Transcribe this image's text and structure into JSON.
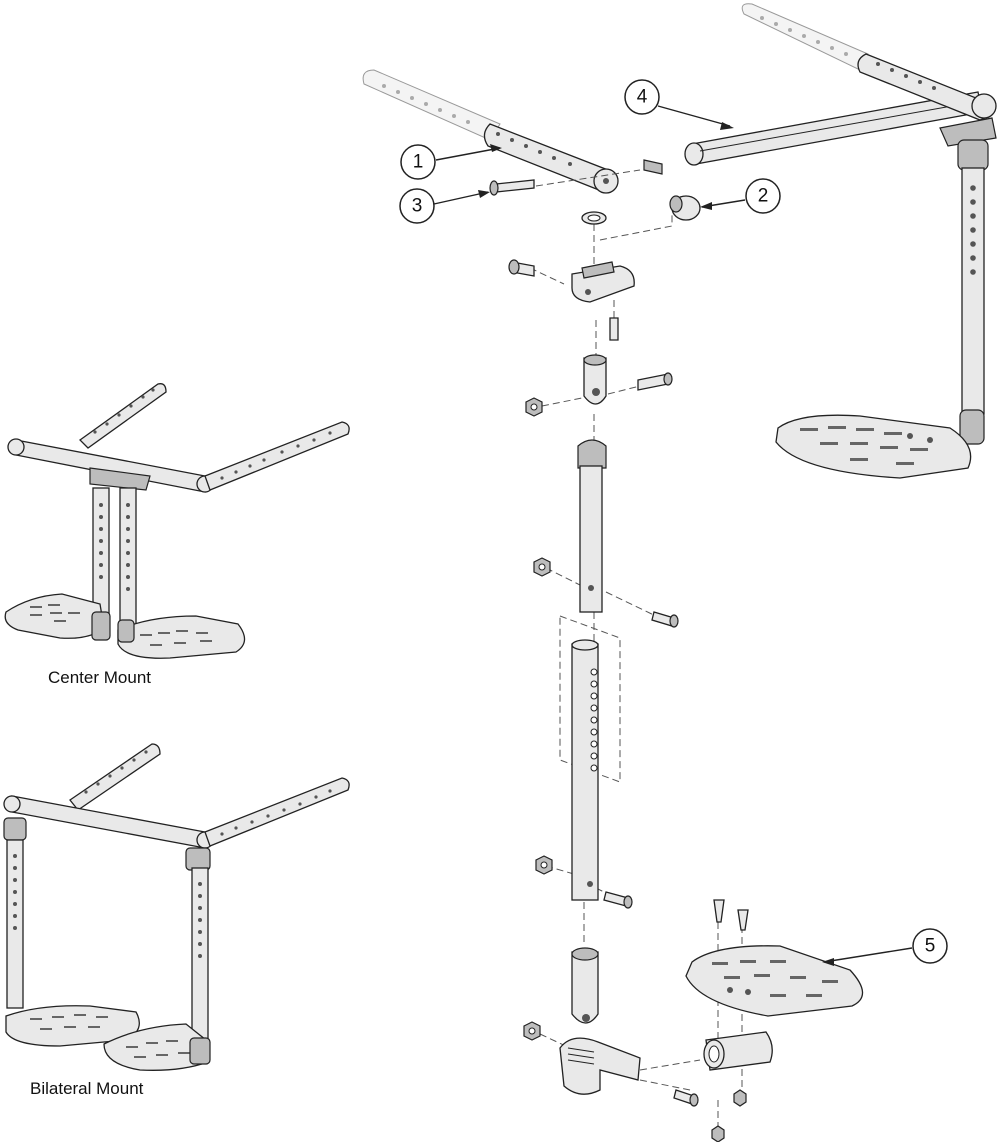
{
  "callouts": [
    {
      "number": "1"
    },
    {
      "number": "2"
    },
    {
      "number": "3"
    },
    {
      "number": "4"
    },
    {
      "number": "5"
    }
  ],
  "captions": {
    "center_mount": "Center Mount",
    "bilateral_mount": "Bilateral Mount"
  }
}
